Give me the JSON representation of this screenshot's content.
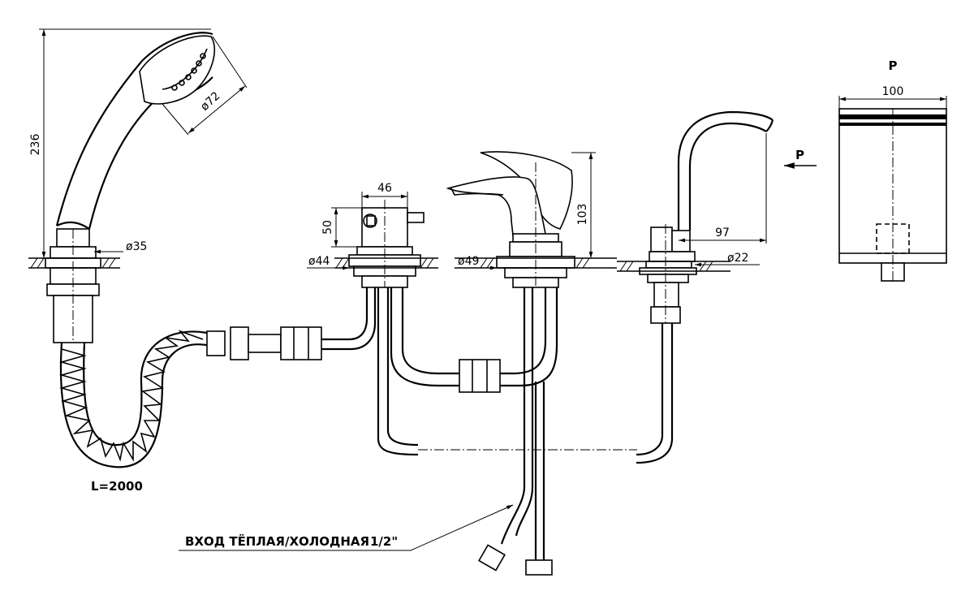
{
  "dimensions": {
    "shower_height": "236",
    "shower_head_dia": "ø72",
    "shower_base_dia": "ø35",
    "valve_width": "46",
    "valve_height": "50",
    "valve_base_dia": "ø44",
    "mixer_base_dia": "ø49",
    "mixer_height": "103",
    "spout_reach": "97",
    "spout_base_dia": "ø22",
    "side_view_width": "100"
  },
  "labels": {
    "hose_length": "L=2000",
    "inlet": "ВХОД  ТЁПЛАЯ/ХОЛОДНАЯ",
    "inlet_size": "1/2\"",
    "view_arrow": "P",
    "view_title": "P"
  }
}
